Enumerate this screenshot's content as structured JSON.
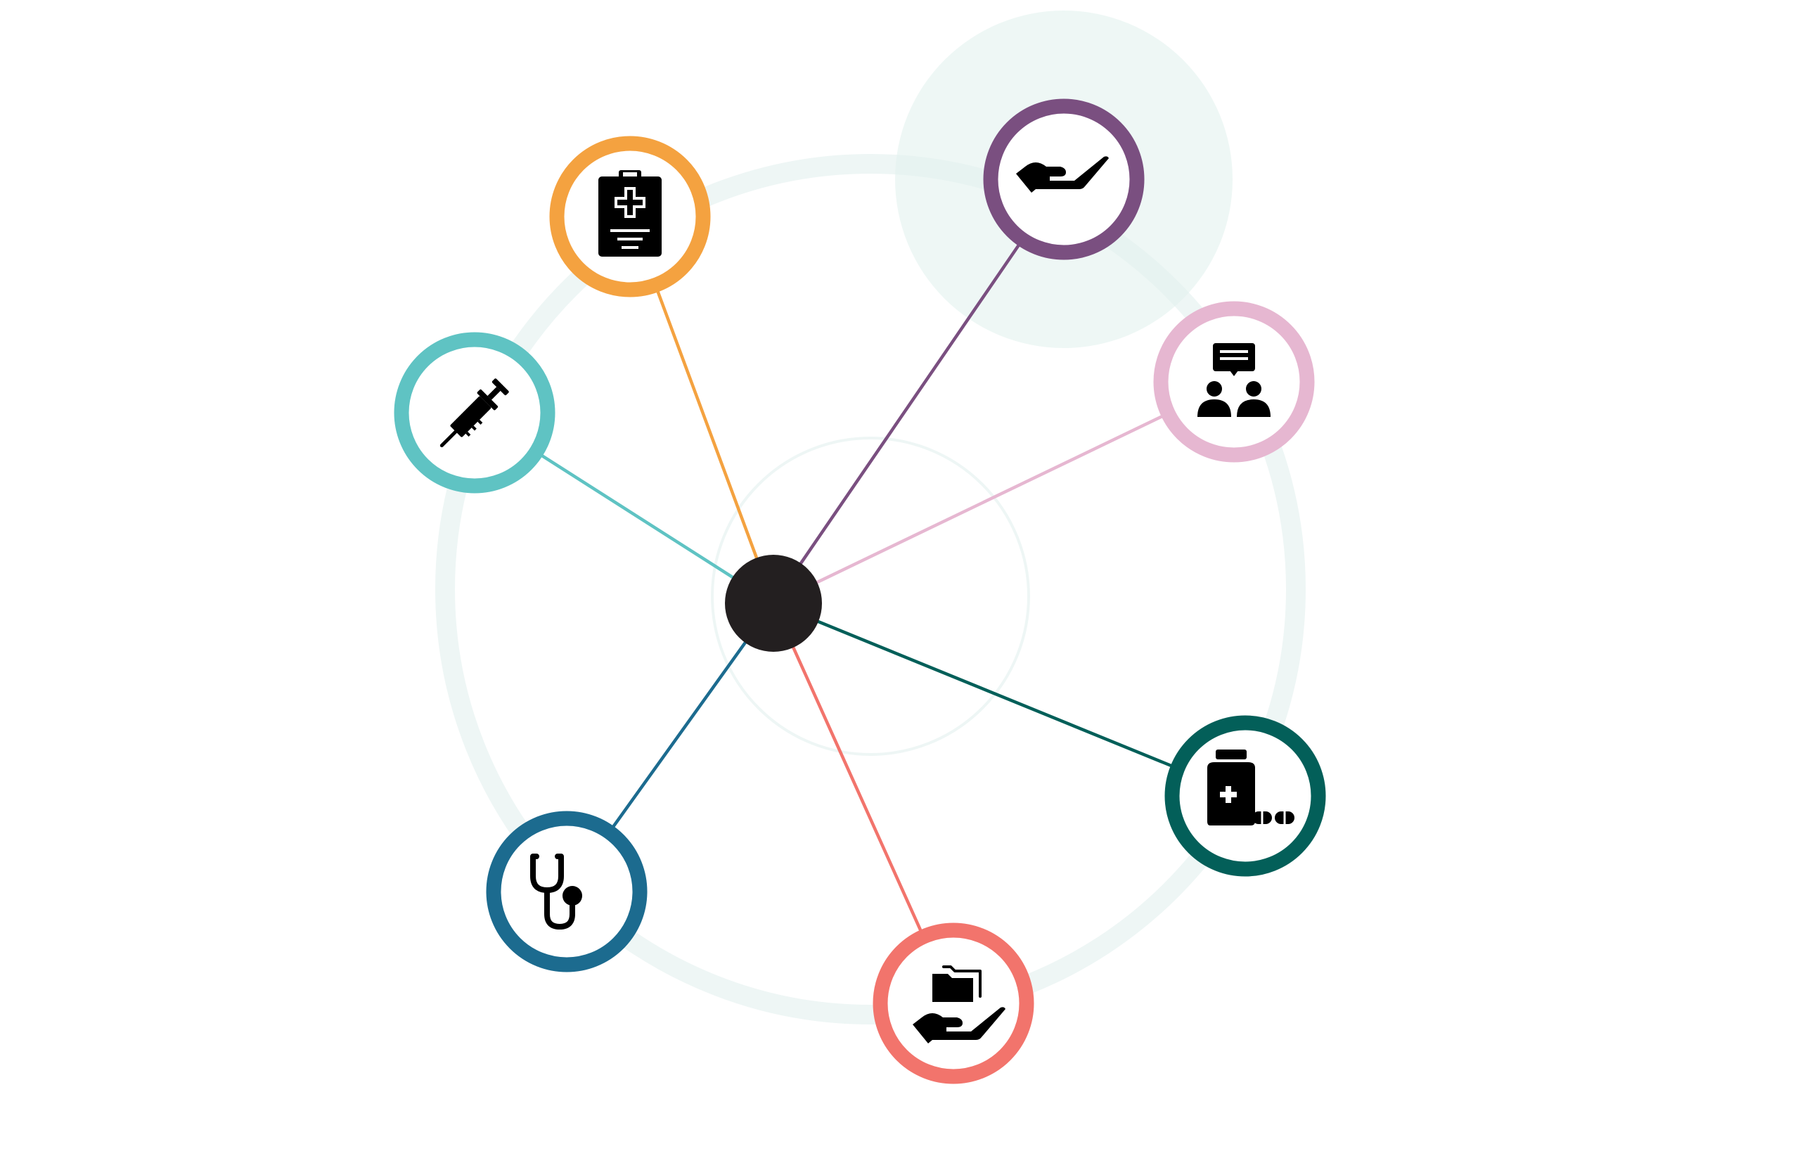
{
  "colors": {
    "background": "#ffffff",
    "hub": "#231f20",
    "guide_ring": "#eef6f5",
    "highlight": "#e3f1ef"
  },
  "nodes": [
    {
      "id": "medical-record",
      "icon": "clipboard-medical-cross-icon",
      "color": "#f4a240"
    },
    {
      "id": "service-handover",
      "icon": "hand-receiving-icon",
      "color": "#7a4f80"
    },
    {
      "id": "consultation",
      "icon": "two-people-speech-bubble-icon",
      "color": "#e6b7d1"
    },
    {
      "id": "medication",
      "icon": "medicine-bottle-pills-icon",
      "color": "#035f59"
    },
    {
      "id": "document-handover",
      "icon": "hand-holding-folder-icon",
      "color": "#f2746c"
    },
    {
      "id": "examination",
      "icon": "stethoscope-icon",
      "color": "#1c6b8f"
    },
    {
      "id": "vaccination",
      "icon": "syringe-icon",
      "color": "#5fc3c3"
    }
  ]
}
